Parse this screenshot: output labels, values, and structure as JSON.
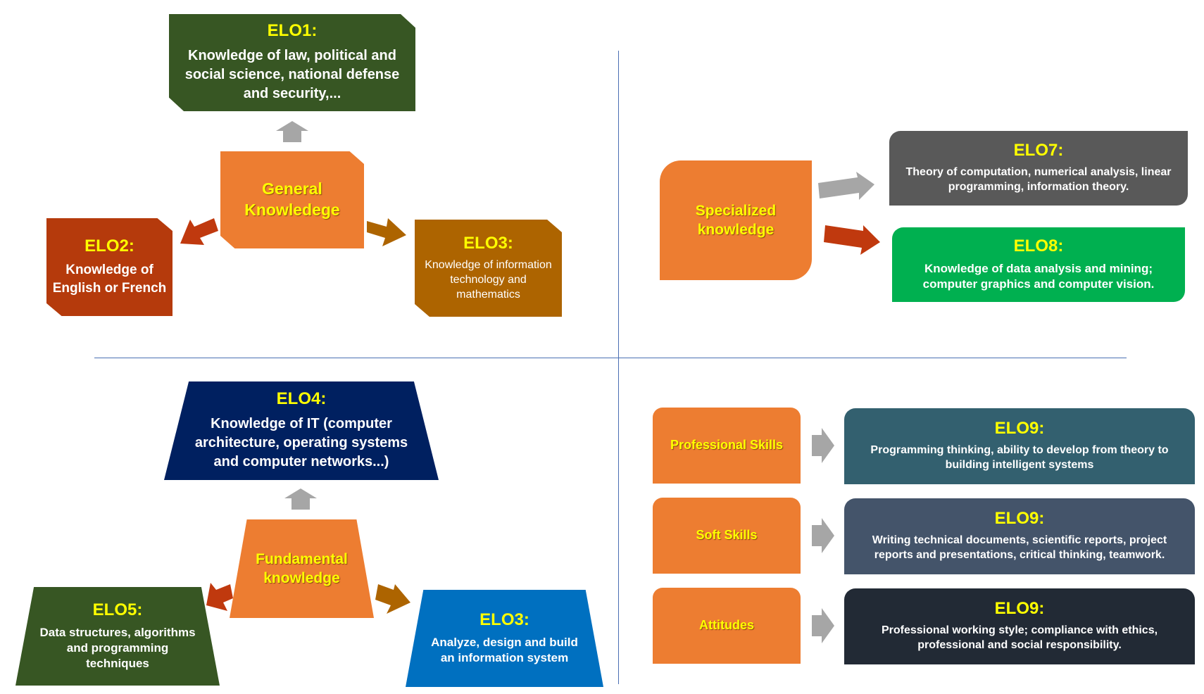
{
  "general": {
    "hub": "General Knowledege",
    "elo1": {
      "title": "ELO1:",
      "desc": "Knowledge of law, political and social science, national defense and security,..."
    },
    "elo2": {
      "title": "ELO2:",
      "desc": "Knowledge of English or French"
    },
    "elo3": {
      "title": "ELO3:",
      "desc": "Knowledge of information technology and mathematics"
    }
  },
  "specialized": {
    "hub": "Specialized knowledge",
    "elo7": {
      "title": "ELO7:",
      "desc": "Theory of computation, numerical analysis, linear programming, information theory."
    },
    "elo8": {
      "title": "ELO8:",
      "desc": "Knowledge of data analysis and mining; computer graphics and computer vision."
    }
  },
  "fundamental": {
    "hub": "Fundamental knowledge",
    "elo4": {
      "title": "ELO4:",
      "desc": "Knowledge of IT (computer architecture, operating systems and computer networks...)"
    },
    "elo5": {
      "title": "ELO5:",
      "desc": "Data structures, algorithms and programming techniques"
    },
    "elo3": {
      "title": "ELO3:",
      "desc": "Analyze, design and build an information system"
    }
  },
  "skills": [
    {
      "label": "Professional Skills",
      "title": "ELO9:",
      "desc": "Programming thinking, ability to develop from theory to building intelligent systems",
      "color": "#33606f"
    },
    {
      "label": "Soft Skills",
      "title": "ELO9:",
      "desc": "Writing technical documents, scientific reports, project reports and presentations, critical thinking, teamwork.",
      "color": "#44546a"
    },
    {
      "label": "Attitudes",
      "title": "ELO9:",
      "desc": "Professional working style; compliance with ethics, professional and social responsibility.",
      "color": "#222a35"
    }
  ],
  "colors": {
    "hub_orange": "#ed7d31",
    "elo1_green": "#375623",
    "elo2_red": "#b53a0c",
    "elo3_brown": "#ad6400",
    "elo4_navy": "#002060",
    "elo5_green": "#375623",
    "elo3_blue": "#0070c0",
    "elo7_gray": "#595959",
    "elo8_green": "#00b050",
    "arrow_gray": "#a6a6a6",
    "divider_blue": "#4a6fb3"
  }
}
